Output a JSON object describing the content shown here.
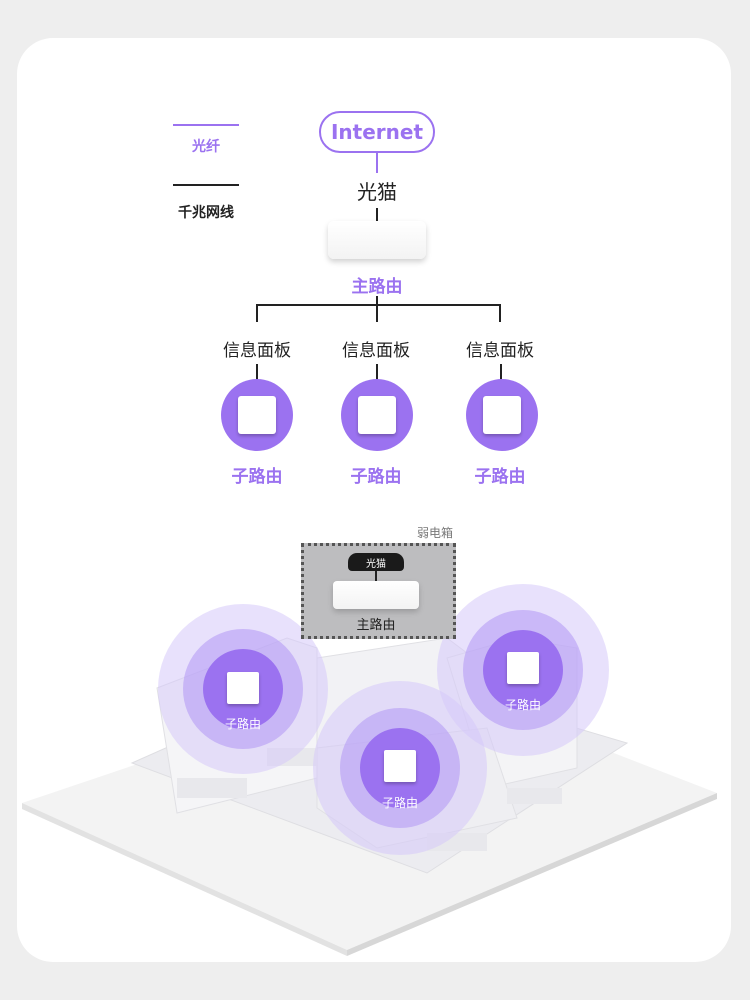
{
  "legend": {
    "fiber_label": "光纤",
    "ethernet_label": "千兆网线",
    "fiber_color": "#9b72f0",
    "ethernet_color": "#222222"
  },
  "topology": {
    "internet_label": "Internet",
    "modem_label": "光猫",
    "main_router_label": "主路由",
    "panels": [
      {
        "panel_label": "信息面板",
        "node_label": "子路由"
      },
      {
        "panel_label": "信息面板",
        "node_label": "子路由"
      },
      {
        "panel_label": "信息面板",
        "node_label": "子路由"
      }
    ]
  },
  "house": {
    "closet_label": "弱电箱",
    "closet_modem_label": "光猫",
    "closet_router_label": "主路由",
    "sub_routers": [
      {
        "label": "子路由"
      },
      {
        "label": "子路由"
      },
      {
        "label": "子路由"
      }
    ]
  },
  "colors": {
    "accent": "#9b72f0",
    "wave_light": "#e6dcfb"
  }
}
